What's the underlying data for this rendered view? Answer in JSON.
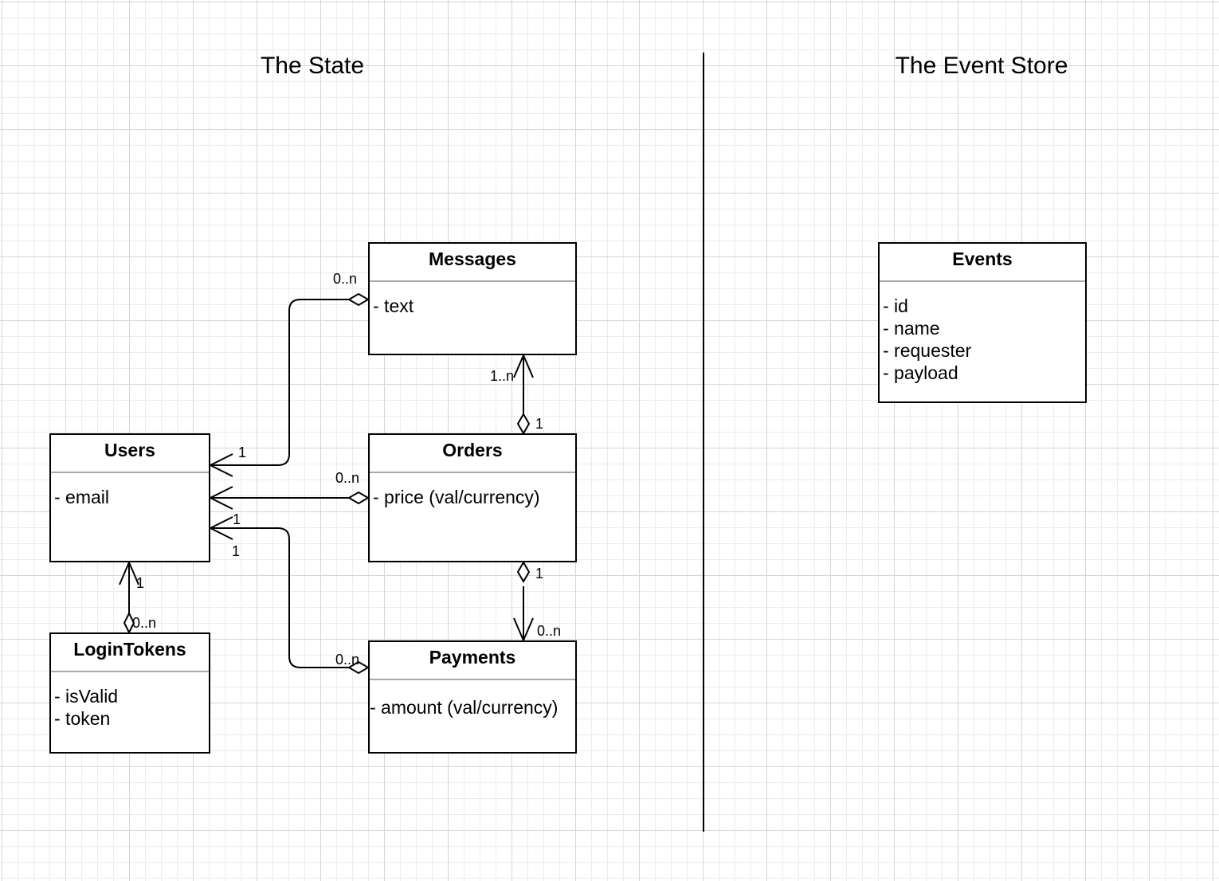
{
  "sections": {
    "left_title": "The State",
    "right_title": "The Event Store"
  },
  "classes": {
    "messages": {
      "name": "Messages",
      "attrs": [
        "- text"
      ]
    },
    "users": {
      "name": "Users",
      "attrs": [
        "- email"
      ]
    },
    "orders": {
      "name": "Orders",
      "attrs": [
        "- price (val/currency)"
      ]
    },
    "login_tokens": {
      "name": "LoginTokens",
      "attrs": [
        "- isValid",
        "- token"
      ]
    },
    "payments": {
      "name": "Payments",
      "attrs": [
        "- amount (val/currency)"
      ]
    },
    "events": {
      "name": "Events",
      "attrs": [
        "- id",
        "- name",
        "- requester",
        "- payload"
      ]
    }
  },
  "multiplicities": {
    "messages_users_many": "0..n",
    "messages_users_one": "1",
    "orders_messages_many": "1..n",
    "orders_messages_one": "1",
    "orders_users_many": "0..n",
    "orders_users_one": "1",
    "payments_users_one": "1",
    "payments_users_many": "0..n",
    "tokens_users_one": "1",
    "tokens_users_many": "0..n",
    "orders_payments_one": "1",
    "orders_payments_many": "0..n"
  }
}
